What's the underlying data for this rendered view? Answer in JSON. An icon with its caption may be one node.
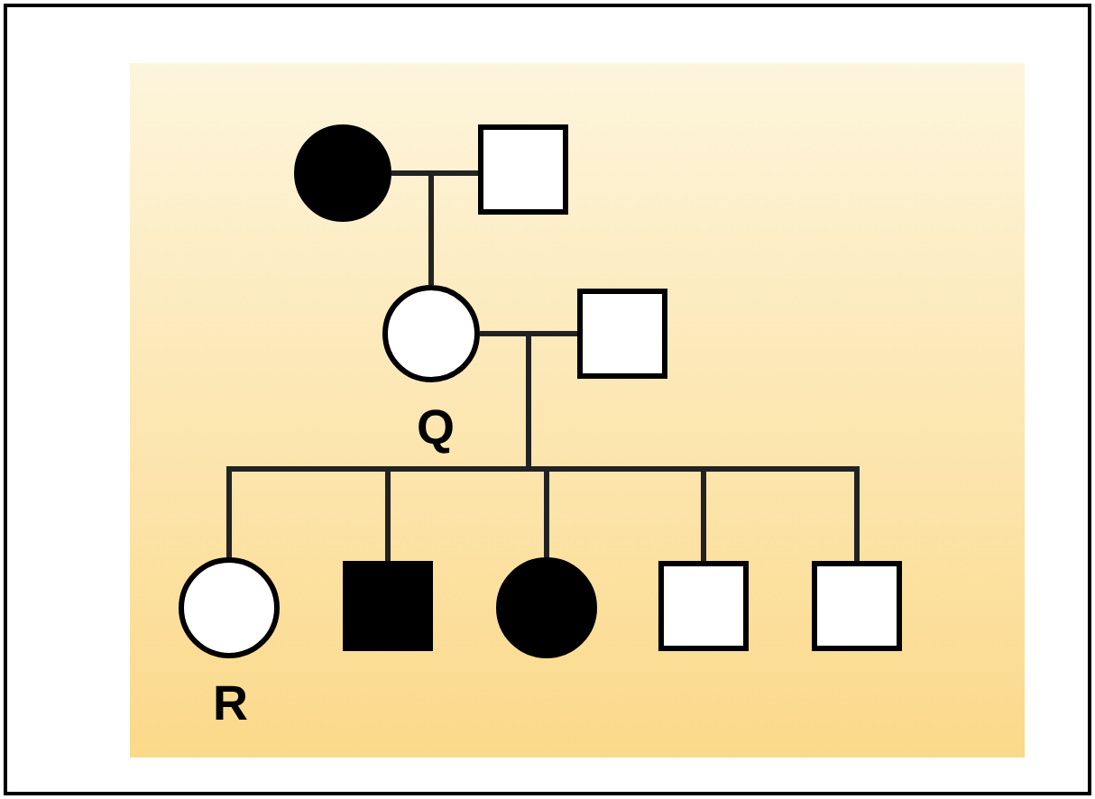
{
  "diagram": {
    "nodes": [
      {
        "text": [],
        "shape": "filled-circle"
      },
      {
        "text": [],
        "shape": "box"
      },
      {
        "text": [],
        "shape": "circle",
        "beside": [
          "Q"
        ]
      },
      {
        "text": [],
        "shape": "box"
      },
      {
        "text": [],
        "shape": "circle",
        "beside": [
          "R"
        ]
      },
      {
        "text": [],
        "shape": "filled-box"
      },
      {
        "text": [],
        "shape": "filled-circle"
      },
      {
        "text": [],
        "shape": "box"
      },
      {
        "text": [],
        "shape": "box"
      }
    ],
    "edges": [
      {
        "from": 0,
        "to": 1,
        "arrow": "none"
      },
      {
        "from": 0,
        "to": 2,
        "arrow": "none"
      },
      {
        "from": 2,
        "to": 3,
        "arrow": "none"
      },
      {
        "from": 2,
        "to": 4,
        "arrow": "none"
      },
      {
        "from": 2,
        "to": 5,
        "arrow": "none"
      },
      {
        "from": 2,
        "to": 6,
        "arrow": "none"
      },
      {
        "from": 2,
        "to": 7,
        "arrow": "none"
      },
      {
        "from": 2,
        "to": 8,
        "arrow": "none"
      }
    ]
  }
}
